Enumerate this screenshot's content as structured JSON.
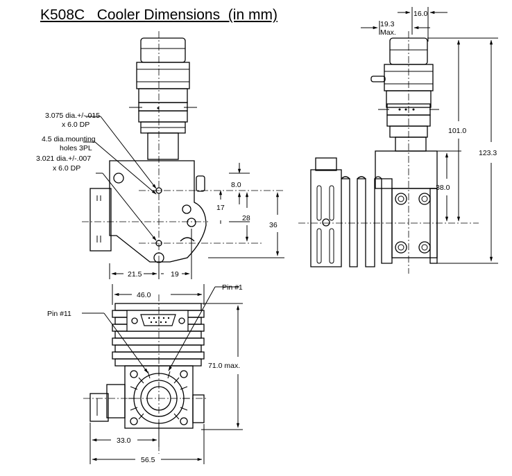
{
  "title": "K508C   Cooler Dimensions  (in mm)",
  "annotations": {
    "hole1_line1": "3.075 dia.+/-.015",
    "hole1_line2": "x 6.0 DP",
    "hole2_line1": "4.5 dia.mounting",
    "hole2_line2": "holes 3PL",
    "hole3_line1": "3.021 dia.+/-.007",
    "hole3_line2": "x 6.0 DP"
  },
  "front_view_dims": {
    "d8": "8.0",
    "d17": "17",
    "d28": "28",
    "d36": "36",
    "d21_5": "21.5",
    "d19": "19"
  },
  "side_view_dims": {
    "d19_3": "19.3",
    "max": "Max.",
    "d16": "16.0",
    "d101": "101.0",
    "d123_3": "123.3",
    "d38": "38.0"
  },
  "bottom_view_dims": {
    "d46": "46.0",
    "pin1": "Pin #1",
    "pin11": "Pin #11",
    "d71": "71.0 max.",
    "d33": "33.0",
    "d56_5": "56.5"
  }
}
